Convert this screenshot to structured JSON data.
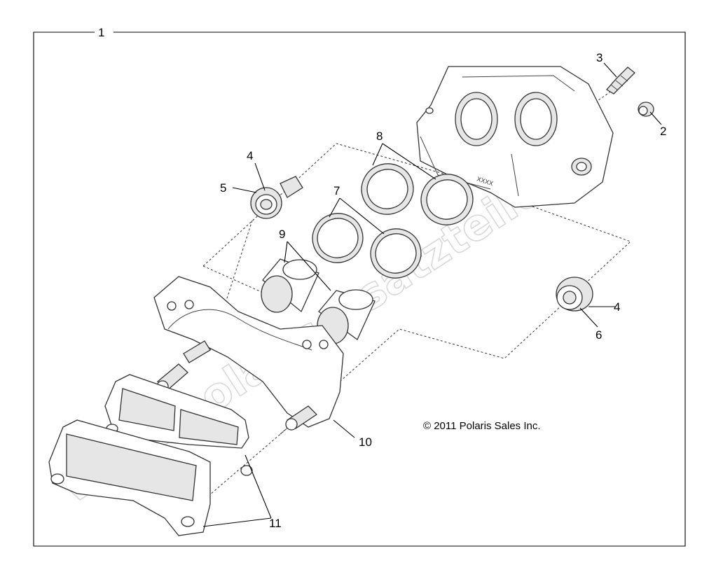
{
  "diagram": {
    "callouts": {
      "c1": "1",
      "c2": "2",
      "c3": "3",
      "c4a": "4",
      "c4b": "4",
      "c5": "5",
      "c6": "6",
      "c7": "7",
      "c8": "8",
      "c9": "9",
      "c10": "10",
      "c11": "11"
    },
    "copyright": "© 2011 Polaris Sales Inc.",
    "watermark": "www.polarisersatzteile.de",
    "caliper_marking": "XXXX"
  }
}
